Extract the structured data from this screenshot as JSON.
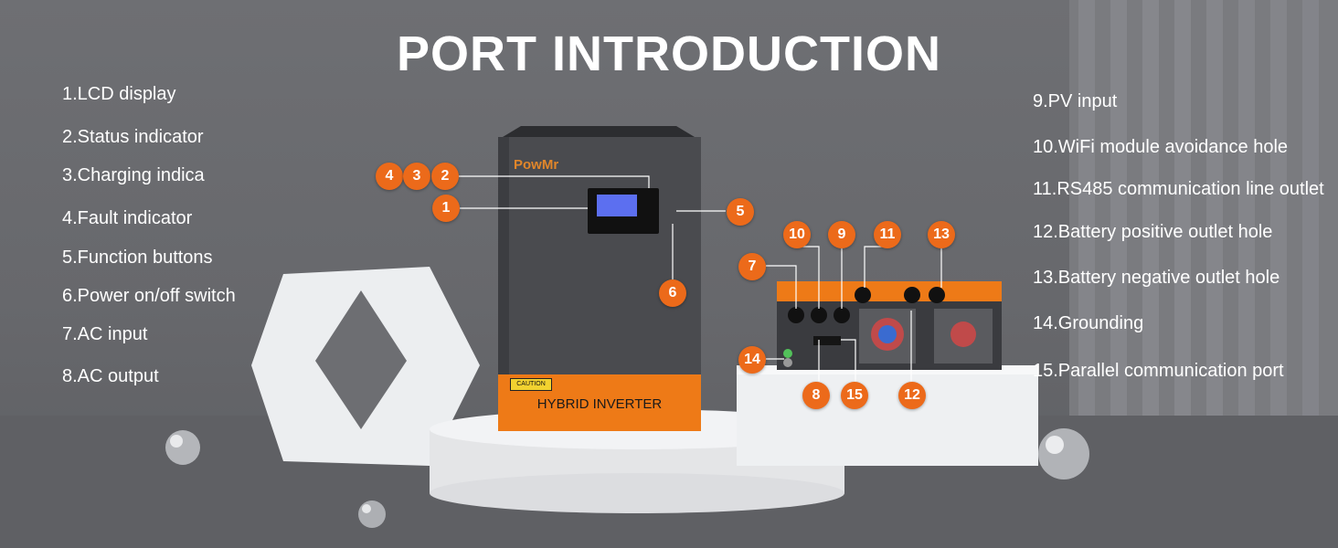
{
  "title": "PORT INTRODUCTION",
  "left_items": [
    "1.LCD display",
    "2.Status indicator",
    "3.Charging indica",
    "4.Fault indicator",
    "5.Function buttons",
    "6.Power on/off switch",
    "7.AC input",
    "8.AC output"
  ],
  "right_items": [
    "9.PV input",
    "10.WiFi module avoidance hole",
    "11.RS485 communication line outlet",
    "12.Battery positive outlet hole",
    "13.Battery negative outlet hole",
    "14.Grounding",
    "15.Parallel communication port"
  ],
  "product": {
    "brand": "PowMr",
    "model_label": "HYBRID INVERTER",
    "caution_label": "CAUTION"
  },
  "markers": [
    "1",
    "2",
    "3",
    "4",
    "5",
    "6",
    "7",
    "8",
    "9",
    "10",
    "11",
    "12",
    "13",
    "14",
    "15"
  ],
  "colors": {
    "accent": "#ec6a1a",
    "background": "#6a6b6f",
    "text": "#ffffff",
    "lcd": "#5c6ff0"
  }
}
